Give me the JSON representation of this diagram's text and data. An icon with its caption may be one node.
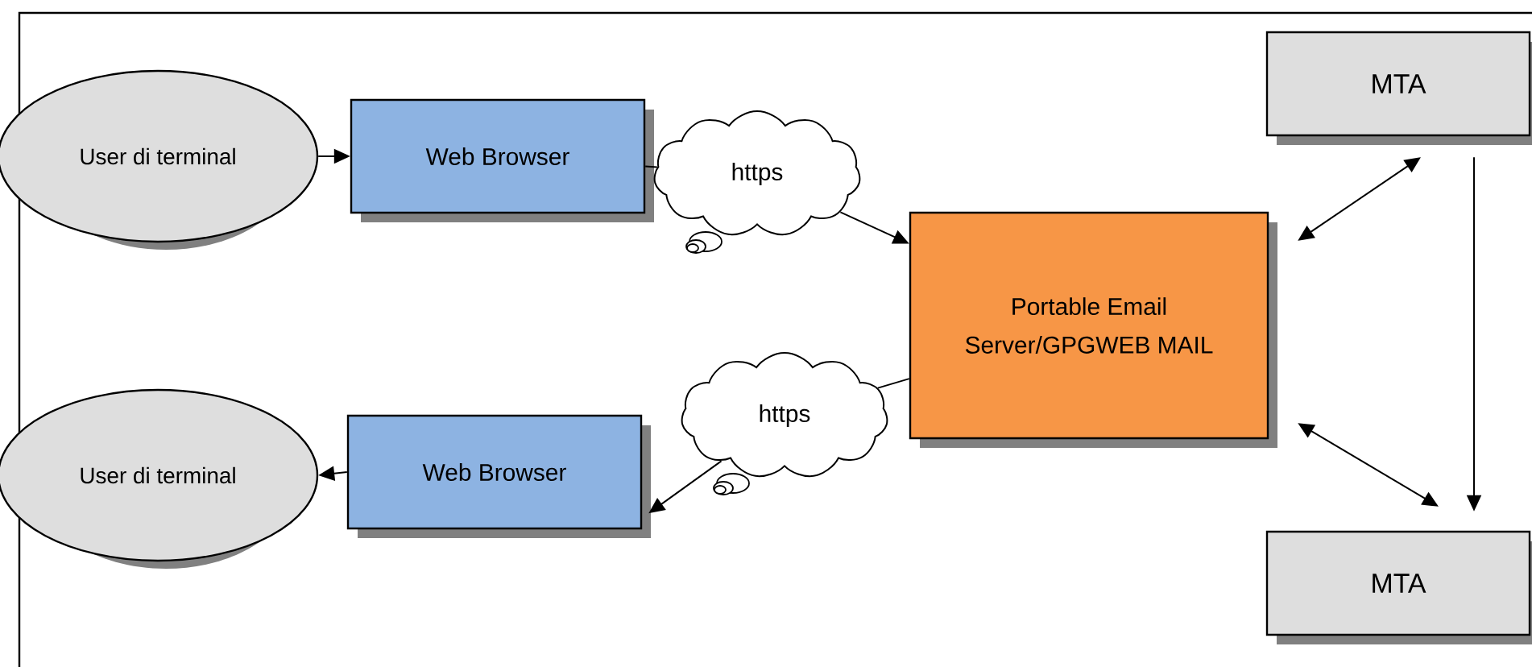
{
  "diagram": {
    "nodes": [
      {
        "text": [
          "User di terminal"
        ]
      },
      {
        "text": [
          "Web Browser"
        ]
      },
      {
        "text": [
          "https"
        ]
      },
      {
        "text": [
          "MTA"
        ]
      },
      {
        "text": [
          "Portable Email Server/GPGWEB MAIL"
        ]
      },
      {
        "text": [
          "User di terminal"
        ]
      },
      {
        "text": [
          "Web Browser"
        ]
      },
      {
        "text": [
          "https"
        ]
      },
      {
        "text": [
          "MTA"
        ]
      }
    ],
    "edges": [
      {
        "from": 0,
        "to": 1,
        "arrow": "to"
      },
      {
        "from": 1,
        "to": 2,
        "arrow": "none"
      },
      {
        "from": 2,
        "to": 4,
        "arrow": "to"
      },
      {
        "from": 4,
        "to": 7,
        "arrow": "none"
      },
      {
        "from": 7,
        "to": 6,
        "arrow": "to"
      },
      {
        "from": 6,
        "to": 5,
        "arrow": "to"
      },
      {
        "from": 4,
        "to": 3,
        "arrow": "both"
      },
      {
        "from": 4,
        "to": 8,
        "arrow": "both"
      },
      {
        "from": 3,
        "to": 8,
        "arrow": "to"
      }
    ]
  }
}
